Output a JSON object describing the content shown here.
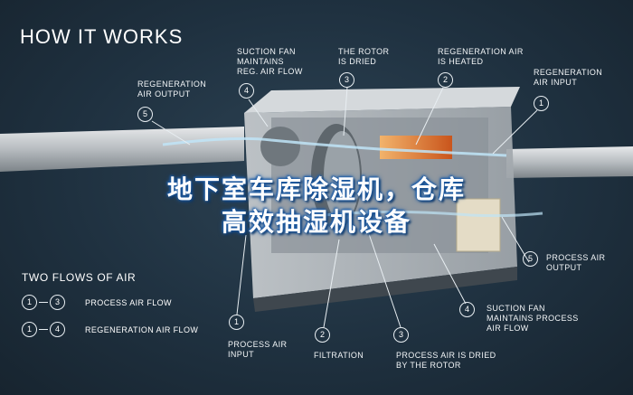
{
  "title": "HOW IT WORKS",
  "overlay": {
    "line1": "地下室车库除湿机，仓库",
    "line2": "高效抽湿机设备"
  },
  "callouts": [
    {
      "num": "5",
      "label": "REGENERATION\nAIR OUTPUT"
    },
    {
      "num": "4",
      "label": "SUCTION FAN\nMAINTAINS\nREG. AIR FLOW"
    },
    {
      "num": "3",
      "label": "THE ROTOR\nIS DRIED"
    },
    {
      "num": "2",
      "label": "REGENERATION AIR\nIS HEATED"
    },
    {
      "num": "1",
      "label": "REGENERATION\nAIR INPUT"
    },
    {
      "num": "5",
      "label": "PROCESS AIR\nOUTPUT"
    },
    {
      "num": "4",
      "label": "SUCTION FAN\nMAINTAINS PROCESS\nAIR FLOW"
    },
    {
      "num": "1",
      "label": "PROCESS AIR\nINPUT"
    },
    {
      "num": "2",
      "label": "FILTRATION"
    },
    {
      "num": "3",
      "label": "PROCESS AIR IS DRIED\nBY THE ROTOR"
    }
  ],
  "legend": {
    "title": "TWO FLOWS OF AIR",
    "rows": [
      {
        "from": "1",
        "to": "3",
        "label": "PROCESS AIR FLOW"
      },
      {
        "from": "1",
        "to": "4",
        "label": "REGENERATION AIR FLOW"
      }
    ]
  },
  "colors": {
    "background": "#1f3140",
    "overlay_glow": "#1f5ea8",
    "heater": "#e07a2a",
    "airflow": "#bfe4f7"
  }
}
